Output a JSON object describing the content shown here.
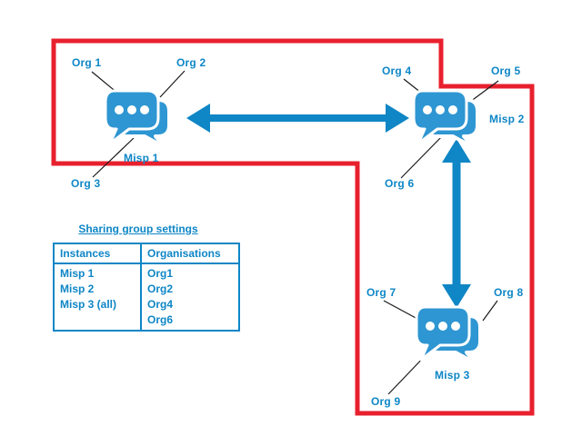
{
  "labels": {
    "misp1": "Misp 1",
    "misp2": "Misp 2",
    "misp3": "Misp 3",
    "org1": "Org 1",
    "org2": "Org 2",
    "org3": "Org 3",
    "org4": "Org 4",
    "org5": "Org 5",
    "org6": "Org 6",
    "org7": "Org 7",
    "org8": "Org 8",
    "org9": "Org 9"
  },
  "table": {
    "title": "Sharing group settings",
    "headers": [
      "Instances",
      "Organisations"
    ],
    "instances": [
      "Misp 1",
      "Misp 2",
      "Misp 3 (all)"
    ],
    "organisations": [
      "Org1",
      "Org2",
      "Org4",
      "Org6"
    ]
  },
  "icons": {
    "misp_instance": "chat-bubbles-icon"
  },
  "colors": {
    "text_blue": "#0e86c6",
    "icon_blue": "#2e96d2",
    "arrow_blue": "#0f86c5",
    "boundary_red": "#e8202e",
    "connector_black": "#1a1a1a"
  }
}
